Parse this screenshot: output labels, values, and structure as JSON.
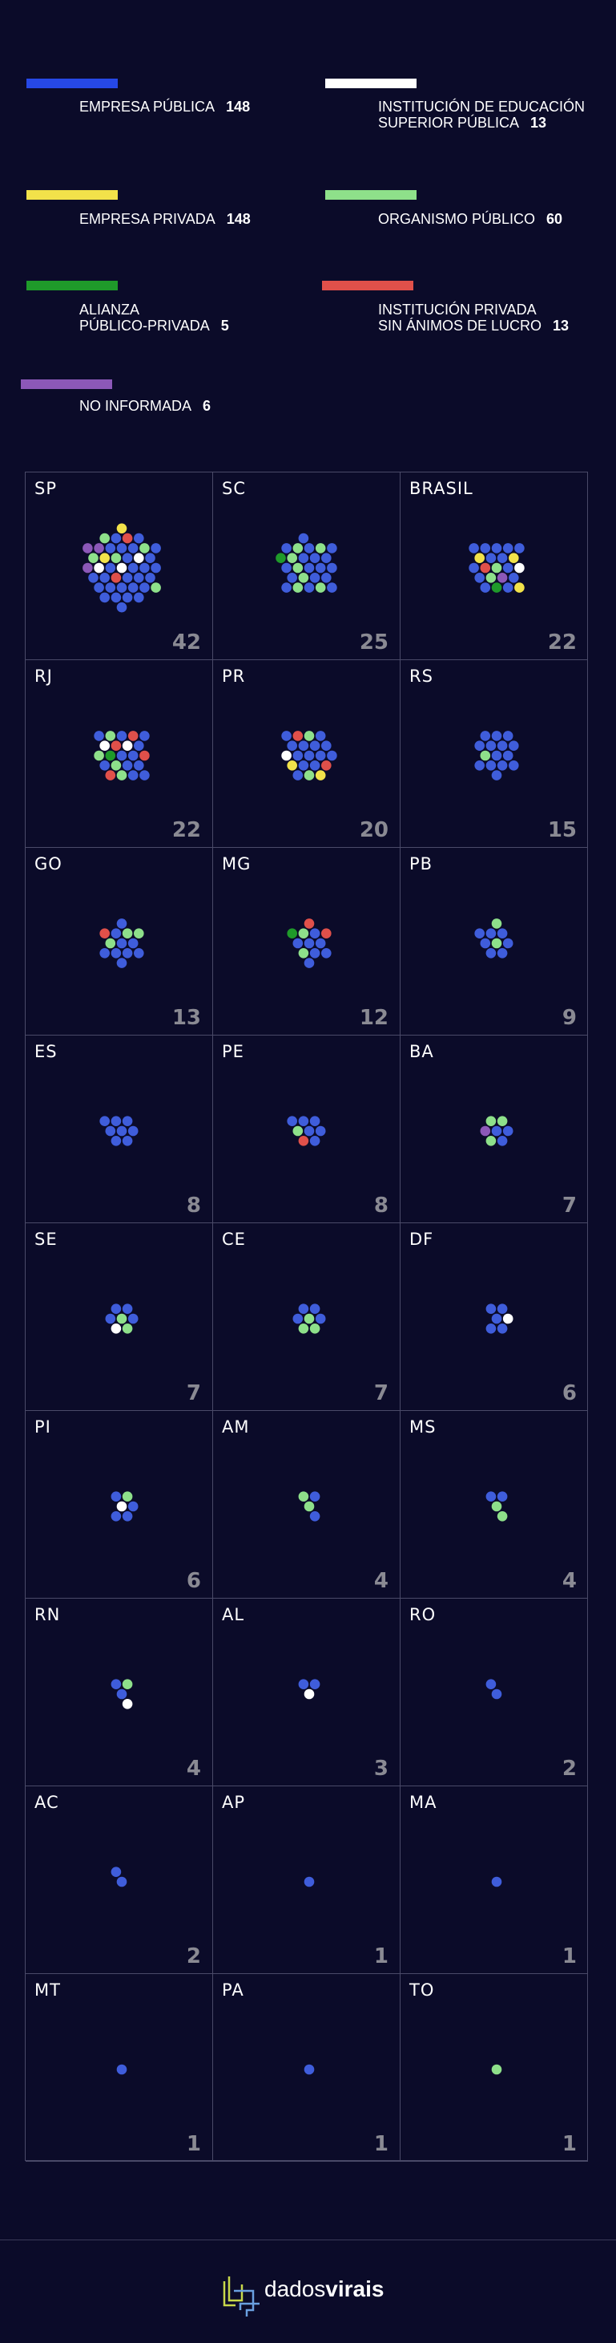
{
  "colors": {
    "background": "#0b0b29",
    "empresa_publica": "#2648e6",
    "inst_educ_superior": "#ffffff",
    "empresa_privada": "#f2e24a",
    "organismo_publico": "#8ee08a",
    "alianza": "#1f9a2a",
    "inst_privada_sin_lucro": "#e0504a",
    "no_informada": "#8c58b8",
    "dot_fill": "#3f5ddb"
  },
  "legend": [
    {
      "key": "empresa_publica",
      "label": "EMPRESA PÚBLICA",
      "count": "148"
    },
    {
      "key": "inst_educ_superior",
      "label_lines": [
        "INSTITUCIÓN DE EDUCACIÓN",
        "SUPERIOR PÚBLICA"
      ],
      "count": "13"
    },
    {
      "key": "empresa_privada",
      "label": "EMPRESA PRIVADA",
      "count": "148"
    },
    {
      "key": "organismo_publico",
      "label": "ORGANISMO PÚBLICO",
      "count": "60"
    },
    {
      "key": "alianza",
      "label_lines": [
        "ALIANZA",
        "PÚBLICO-PRIVADA"
      ],
      "count": "5"
    },
    {
      "key": "inst_privada_sin_lucro",
      "label_lines": [
        "INSTITUCIÓN PRIVADA",
        "SIN ÁNIMOS DE LUCRO"
      ],
      "count": "13"
    },
    {
      "key": "no_informada",
      "label": "NO INFORMADA",
      "count": "6"
    }
  ],
  "chart_data": {
    "type": "scatter",
    "title": "",
    "categories_by_color": [
      "EMPRESA PÚBLICA",
      "INSTITUCIÓN DE EDUCACIÓN SUPERIOR PÚBLICA",
      "EMPRESA PRIVADA",
      "ORGANISMO PÚBLICO",
      "ALIANZA PÚBLICO-PRIVADA",
      "INSTITUCIÓN PRIVADA SIN ÁNIMOS DE LUCRO",
      "NO INFORMADA"
    ],
    "cells": [
      {
        "label": "SP",
        "total": "42",
        "composition": {
          "empresa_publica": 27,
          "inst_educ_superior": 3,
          "empresa_privada": 2,
          "organismo_publico": 5,
          "alianza": 0,
          "inst_privada_sin_lucro": 2,
          "no_informada": 3
        }
      },
      {
        "label": "SC",
        "total": "25",
        "composition": {
          "empresa_publica": 17,
          "inst_educ_superior": 0,
          "empresa_privada": 0,
          "organismo_publico": 7,
          "alianza": 1,
          "inst_privada_sin_lucro": 0,
          "no_informada": 0
        }
      },
      {
        "label": "BRASIL",
        "total": "22",
        "composition": {
          "empresa_publica": 13,
          "inst_educ_superior": 1,
          "empresa_privada": 3,
          "organismo_publico": 2,
          "alianza": 1,
          "inst_privada_sin_lucro": 1,
          "no_informada": 1
        }
      },
      {
        "label": "RJ",
        "total": "22",
        "composition": {
          "empresa_publica": 11,
          "inst_educ_superior": 2,
          "empresa_privada": 0,
          "organismo_publico": 4,
          "alianza": 1,
          "inst_privada_sin_lucro": 4,
          "no_informada": 0
        }
      },
      {
        "label": "PR",
        "total": "20",
        "composition": {
          "empresa_publica": 13,
          "inst_educ_superior": 1,
          "empresa_privada": 2,
          "organismo_publico": 2,
          "alianza": 0,
          "inst_privada_sin_lucro": 2,
          "no_informada": 0
        }
      },
      {
        "label": "RS",
        "total": "15",
        "composition": {
          "empresa_publica": 14,
          "inst_educ_superior": 0,
          "empresa_privada": 0,
          "organismo_publico": 1,
          "alianza": 0,
          "inst_privada_sin_lucro": 0,
          "no_informada": 0
        }
      },
      {
        "label": "GO",
        "total": "13",
        "composition": {
          "empresa_publica": 9,
          "inst_educ_superior": 0,
          "empresa_privada": 0,
          "organismo_publico": 3,
          "alianza": 0,
          "inst_privada_sin_lucro": 1,
          "no_informada": 0
        }
      },
      {
        "label": "MG",
        "total": "12",
        "composition": {
          "empresa_publica": 7,
          "inst_educ_superior": 0,
          "empresa_privada": 0,
          "organismo_publico": 2,
          "alianza": 1,
          "inst_privada_sin_lucro": 2,
          "no_informada": 0
        }
      },
      {
        "label": "PB",
        "total": "9",
        "composition": {
          "empresa_publica": 7,
          "inst_educ_superior": 0,
          "empresa_privada": 0,
          "organismo_publico": 2,
          "alianza": 0,
          "inst_privada_sin_lucro": 0,
          "no_informada": 0
        }
      },
      {
        "label": "ES",
        "total": "8",
        "composition": {
          "empresa_publica": 8,
          "inst_educ_superior": 0,
          "empresa_privada": 0,
          "organismo_publico": 0,
          "alianza": 0,
          "inst_privada_sin_lucro": 0,
          "no_informada": 0
        }
      },
      {
        "label": "PE",
        "total": "8",
        "composition": {
          "empresa_publica": 6,
          "inst_educ_superior": 0,
          "empresa_privada": 0,
          "organismo_publico": 1,
          "alianza": 0,
          "inst_privada_sin_lucro": 1,
          "no_informada": 0
        }
      },
      {
        "label": "BA",
        "total": "7",
        "composition": {
          "empresa_publica": 3,
          "inst_educ_superior": 0,
          "empresa_privada": 0,
          "organismo_publico": 3,
          "alianza": 0,
          "inst_privada_sin_lucro": 0,
          "no_informada": 1
        }
      },
      {
        "label": "SE",
        "total": "7",
        "composition": {
          "empresa_publica": 4,
          "inst_educ_superior": 1,
          "empresa_privada": 0,
          "organismo_publico": 2,
          "alianza": 0,
          "inst_privada_sin_lucro": 0,
          "no_informada": 0
        }
      },
      {
        "label": "CE",
        "total": "7",
        "composition": {
          "empresa_publica": 4,
          "inst_educ_superior": 0,
          "empresa_privada": 0,
          "organismo_publico": 3,
          "alianza": 0,
          "inst_privada_sin_lucro": 0,
          "no_informada": 0
        }
      },
      {
        "label": "DF",
        "total": "6",
        "composition": {
          "empresa_publica": 5,
          "inst_educ_superior": 1,
          "empresa_privada": 0,
          "organismo_publico": 0,
          "alianza": 0,
          "inst_privada_sin_lucro": 0,
          "no_informada": 0
        }
      },
      {
        "label": "PI",
        "total": "6",
        "composition": {
          "empresa_publica": 4,
          "inst_educ_superior": 1,
          "empresa_privada": 0,
          "organismo_publico": 1,
          "alianza": 0,
          "inst_privada_sin_lucro": 0,
          "no_informada": 0
        }
      },
      {
        "label": "AM",
        "total": "4",
        "composition": {
          "empresa_publica": 2,
          "inst_educ_superior": 0,
          "empresa_privada": 0,
          "organismo_publico": 2,
          "alianza": 0,
          "inst_privada_sin_lucro": 0,
          "no_informada": 0
        }
      },
      {
        "label": "MS",
        "total": "4",
        "composition": {
          "empresa_publica": 2,
          "inst_educ_superior": 0,
          "empresa_privada": 0,
          "organismo_publico": 2,
          "alianza": 0,
          "inst_privada_sin_lucro": 0,
          "no_informada": 0
        }
      },
      {
        "label": "RN",
        "total": "4",
        "composition": {
          "empresa_publica": 2,
          "inst_educ_superior": 1,
          "empresa_privada": 0,
          "organismo_publico": 1,
          "alianza": 0,
          "inst_privada_sin_lucro": 0,
          "no_informada": 0
        }
      },
      {
        "label": "AL",
        "total": "3",
        "composition": {
          "empresa_publica": 2,
          "inst_educ_superior": 1,
          "empresa_privada": 0,
          "organismo_publico": 0,
          "alianza": 0,
          "inst_privada_sin_lucro": 0,
          "no_informada": 0
        }
      },
      {
        "label": "RO",
        "total": "2",
        "composition": {
          "empresa_publica": 2,
          "inst_educ_superior": 0,
          "empresa_privada": 0,
          "organismo_publico": 0,
          "alianza": 0,
          "inst_privada_sin_lucro": 0,
          "no_informada": 0
        }
      },
      {
        "label": "AC",
        "total": "2",
        "composition": {
          "empresa_publica": 2,
          "inst_educ_superior": 0,
          "empresa_privada": 0,
          "organismo_publico": 0,
          "alianza": 0,
          "inst_privada_sin_lucro": 0,
          "no_informada": 0
        }
      },
      {
        "label": "AP",
        "total": "1",
        "composition": {
          "empresa_publica": 1,
          "inst_educ_superior": 0,
          "empresa_privada": 0,
          "organismo_publico": 0,
          "alianza": 0,
          "inst_privada_sin_lucro": 0,
          "no_informada": 0
        }
      },
      {
        "label": "MA",
        "total": "1",
        "composition": {
          "empresa_publica": 1,
          "inst_educ_superior": 0,
          "empresa_privada": 0,
          "organismo_publico": 0,
          "alianza": 0,
          "inst_privada_sin_lucro": 0,
          "no_informada": 0
        }
      },
      {
        "label": "MT",
        "total": "1",
        "composition": {
          "empresa_publica": 1,
          "inst_educ_superior": 0,
          "empresa_privada": 0,
          "organismo_publico": 0,
          "alianza": 0,
          "inst_privada_sin_lucro": 0,
          "no_informada": 0
        }
      },
      {
        "label": "PA",
        "total": "1",
        "composition": {
          "empresa_publica": 1,
          "inst_educ_superior": 0,
          "empresa_privada": 0,
          "organismo_publico": 0,
          "alianza": 0,
          "inst_privada_sin_lucro": 0,
          "no_informada": 0
        }
      },
      {
        "label": "TO",
        "total": "1",
        "composition": {
          "empresa_publica": 0,
          "inst_educ_superior": 0,
          "empresa_privada": 0,
          "organismo_publico": 1,
          "alianza": 0,
          "inst_privada_sin_lucro": 0,
          "no_informada": 0
        }
      }
    ]
  },
  "footer": {
    "brand_light": "dados",
    "brand_bold": "virais"
  }
}
